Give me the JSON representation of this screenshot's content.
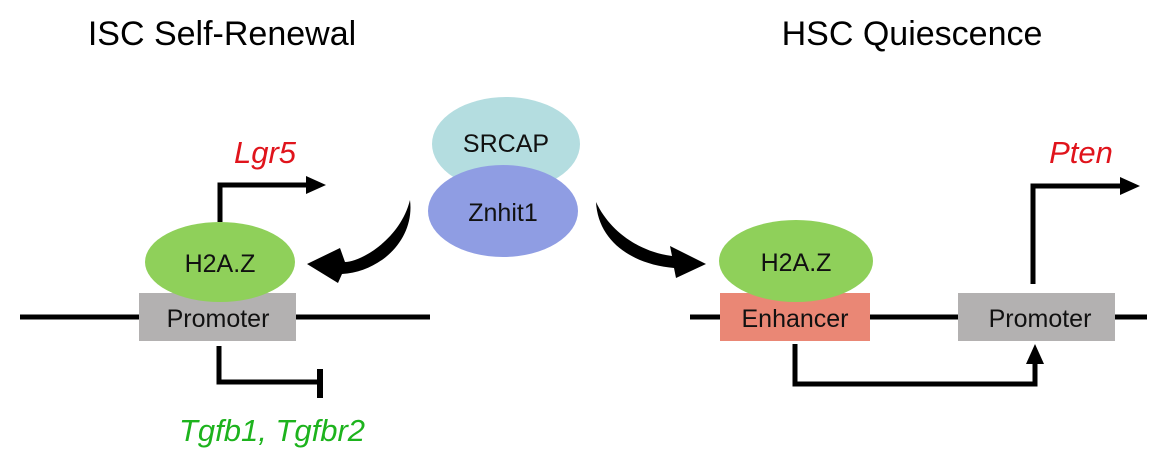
{
  "panels": {
    "left": {
      "title": "ISC Self-Renewal",
      "histone": "H2A.Z",
      "element": "Promoter",
      "activated_gene": "Lgr5",
      "repressed_genes": "Tgfb1, Tgfbr2"
    },
    "center": {
      "complex_top": "SRCAP",
      "complex_bottom": "Znhit1"
    },
    "right": {
      "title": "HSC Quiescence",
      "histone": "H2A.Z",
      "enhancer": "Enhancer",
      "promoter": "Promoter",
      "activated_gene": "Pten"
    }
  },
  "colors": {
    "srcap": "#b4dde0",
    "znhit1": "#8f9de3",
    "h2az": "#8fd05a",
    "promoter": "#b3b1b1",
    "enhancer": "#ea8775",
    "activated_text": "#e0141c",
    "repressed_text": "#1db31d"
  }
}
